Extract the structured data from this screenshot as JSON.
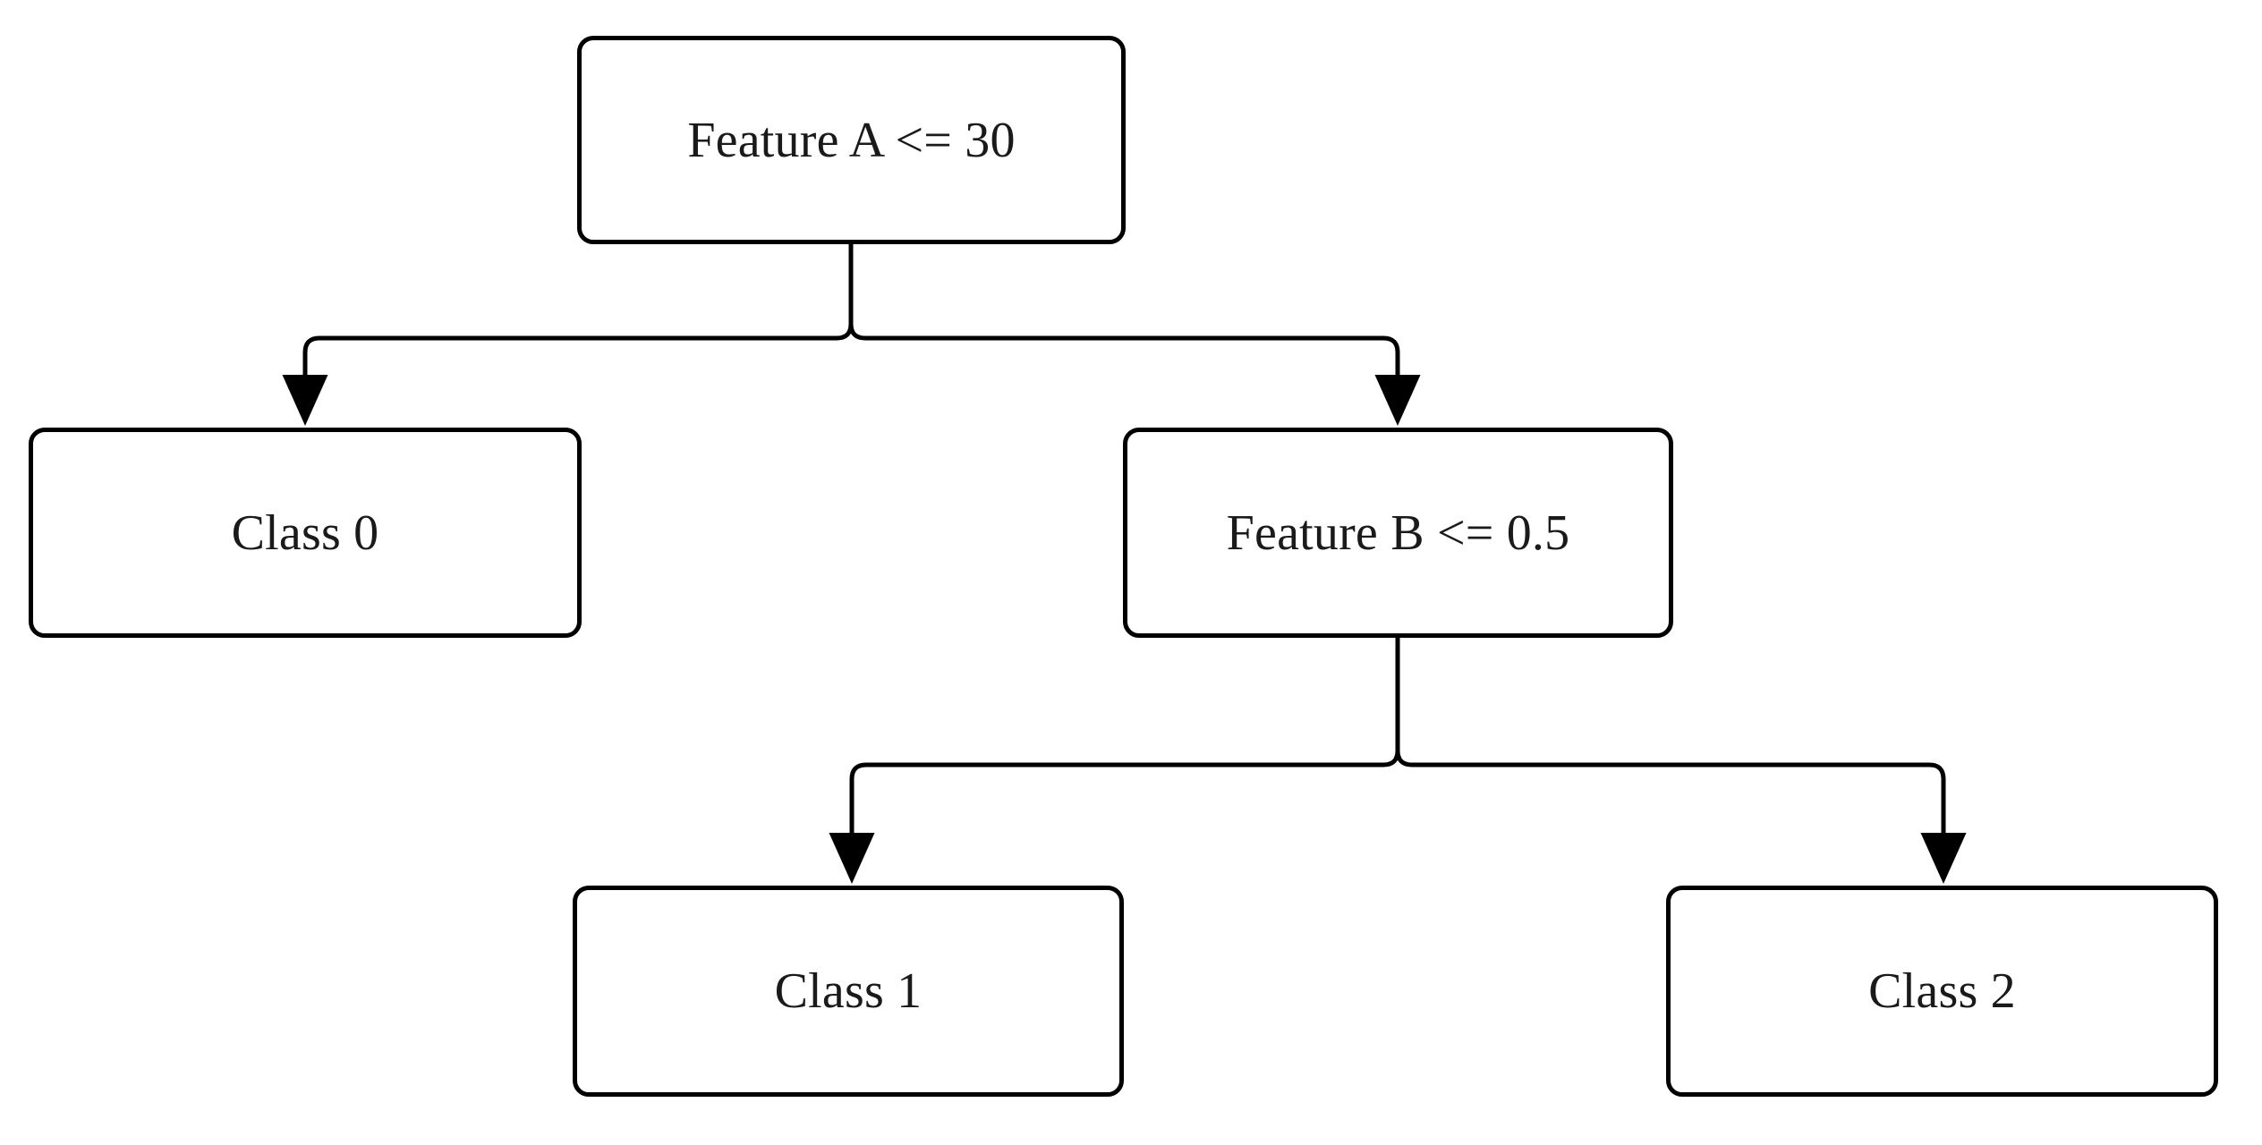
{
  "diagram": {
    "type": "decision-tree-flowchart",
    "title": "",
    "background_color": "#ffffff",
    "node_fill_color": "#ffffff",
    "node_border_color": "#000000",
    "edge_color": "#000000",
    "text_color": "#1a1a1a",
    "nodes": [
      {
        "id": "root",
        "label": "Feature A <= 30",
        "role": "decision"
      },
      {
        "id": "class0",
        "label": "Class 0",
        "role": "leaf"
      },
      {
        "id": "featureb",
        "label": "Feature B <= 0.5",
        "role": "decision"
      },
      {
        "id": "class1",
        "label": "Class 1",
        "role": "leaf"
      },
      {
        "id": "class2",
        "label": "Class 2",
        "role": "leaf"
      }
    ],
    "edges": [
      {
        "id": "root-to-class0",
        "from": "root",
        "to": "class0",
        "label": ""
      },
      {
        "id": "root-to-featureb",
        "from": "root",
        "to": "featureb",
        "label": ""
      },
      {
        "id": "featureb-to-class1",
        "from": "featureb",
        "to": "class1",
        "label": ""
      },
      {
        "id": "featureb-to-class2",
        "from": "featureb",
        "to": "class2",
        "label": ""
      }
    ]
  }
}
